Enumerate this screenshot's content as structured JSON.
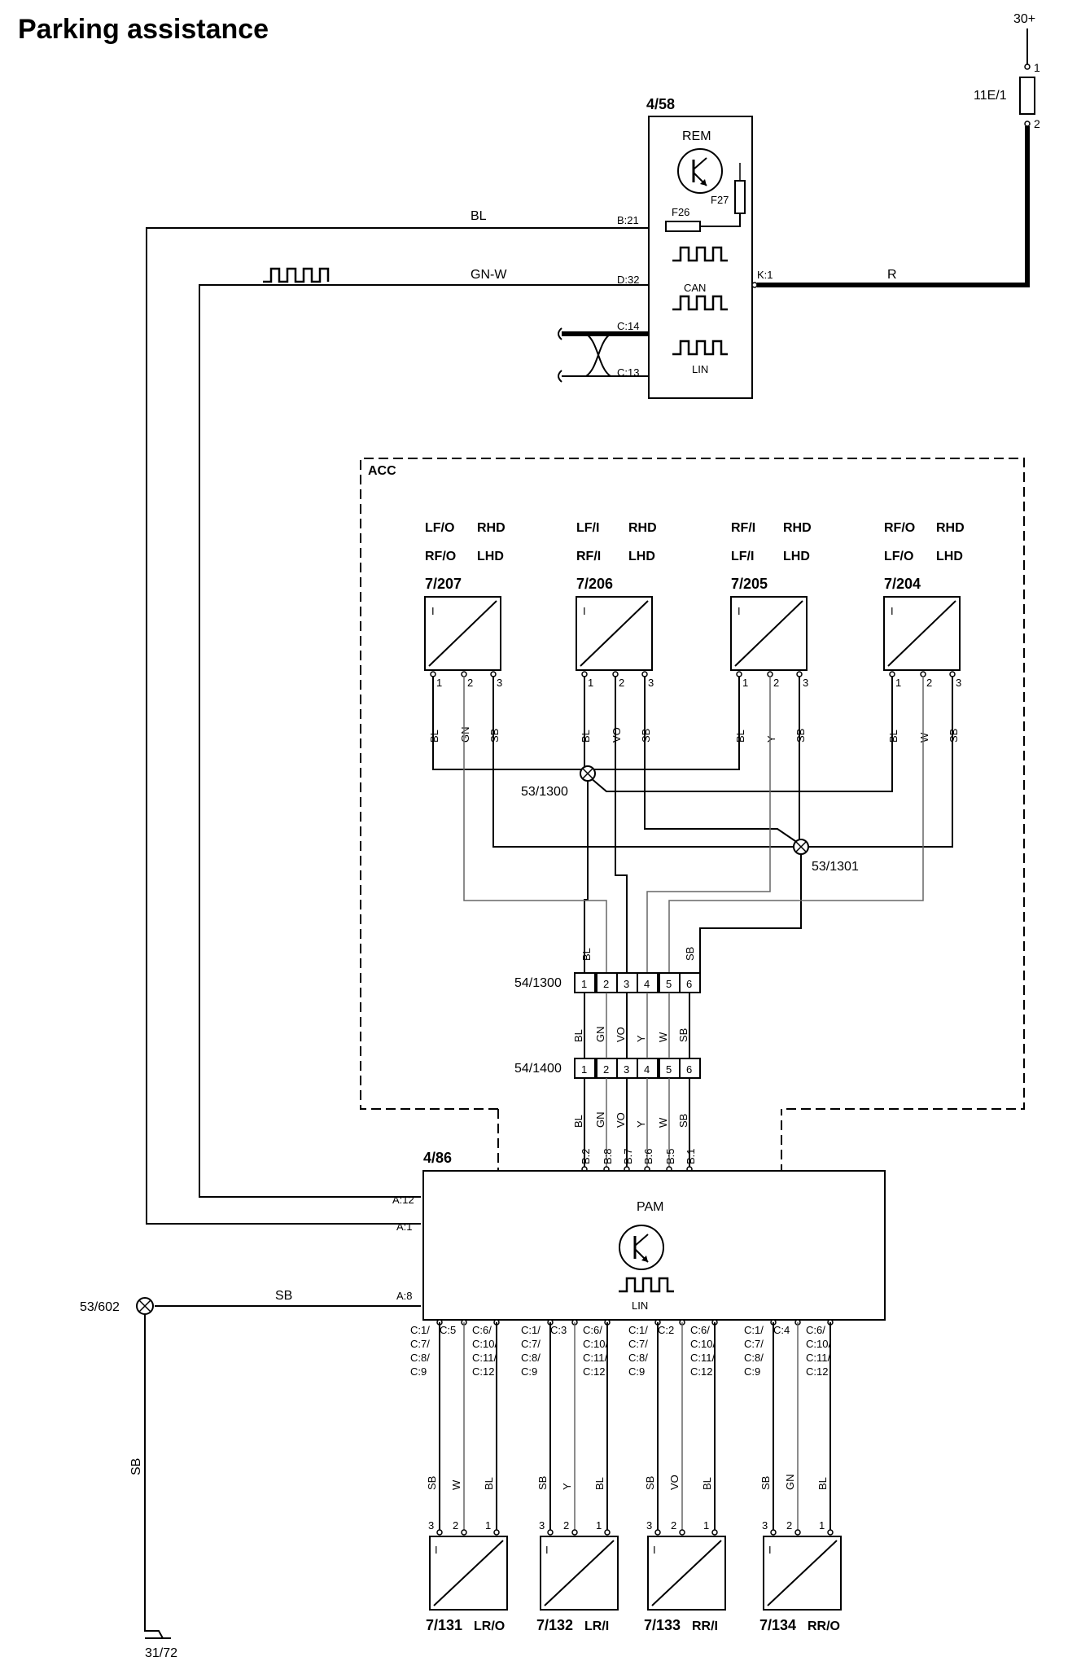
{
  "title": "Parking assistance",
  "supply": {
    "terminal": "30+",
    "fuse": "11E/1",
    "pin1": "1",
    "pin2": "2"
  },
  "rem": {
    "id": "4/58",
    "name": "REM",
    "fuse_a": "F26",
    "fuse_b": "F27",
    "can_label": "CAN",
    "lin_label": "LIN",
    "pins": {
      "bl": "B:21",
      "gnw": "D:32",
      "c14": "C:14",
      "c13": "C:13",
      "k1": "K:1"
    },
    "wires": {
      "bl": "BL",
      "gnw": "GN-W",
      "r": "R"
    }
  },
  "acc": {
    "label": "ACC"
  },
  "sensors_front": [
    {
      "id": "7/207",
      "pos1": "LF/O",
      "drv1": "RHD",
      "pos2": "RF/O",
      "drv2": "LHD",
      "wires": [
        "BL",
        "GN",
        "SB"
      ]
    },
    {
      "id": "7/206",
      "pos1": "LF/I",
      "drv1": "RHD",
      "pos2": "RF/I",
      "drv2": "LHD",
      "wires": [
        "BL",
        "VO",
        "SB"
      ]
    },
    {
      "id": "7/205",
      "pos1": "RF/I",
      "drv1": "RHD",
      "pos2": "LF/I",
      "drv2": "LHD",
      "wires": [
        "BL",
        "Y",
        "SB"
      ]
    },
    {
      "id": "7/204",
      "pos1": "RF/O",
      "drv1": "RHD",
      "pos2": "LF/O",
      "drv2": "LHD",
      "wires": [
        "BL",
        "W",
        "SB"
      ]
    }
  ],
  "sensor_pins": [
    "1",
    "2",
    "3"
  ],
  "sensor_mark": "I",
  "splices": {
    "s1300": "53/1300",
    "s1301": "53/1301",
    "s602": "53/602"
  },
  "connectors": [
    {
      "id": "54/1300",
      "pins": [
        "1",
        "2",
        "3",
        "4",
        "5",
        "6"
      ],
      "wires_above": [
        "BL",
        "SB"
      ],
      "wires_below": [
        "BL",
        "GN",
        "VO",
        "Y",
        "W",
        "SB"
      ]
    },
    {
      "id": "54/1400",
      "pins": [
        "1",
        "2",
        "3",
        "4",
        "5",
        "6"
      ],
      "wires_below": [
        "BL",
        "GN",
        "VO",
        "Y",
        "W",
        "SB"
      ]
    }
  ],
  "pam": {
    "id": "4/86",
    "name": "PAM",
    "lin_label": "LIN",
    "top_pins": [
      "B:2",
      "B:8",
      "B:7",
      "B:6",
      "B:5",
      "B:1"
    ],
    "left_pins": [
      "A:12",
      "A:1",
      "A:8"
    ]
  },
  "ground_wire": "SB",
  "ground_point": "31/72",
  "rear_groups": [
    {
      "left": [
        "C:1/",
        "C:7/",
        "C:8/",
        "C:9"
      ],
      "mid": "C:5",
      "right": [
        "C:6/",
        "C:10/",
        "C:11/",
        "C:12"
      ],
      "wires": [
        "SB",
        "W",
        "BL"
      ],
      "sensor": "7/131",
      "pos": "LR/O"
    },
    {
      "left": [
        "C:1/",
        "C:7/",
        "C:8/",
        "C:9"
      ],
      "mid": "C:3",
      "right": [
        "C:6/",
        "C:10/",
        "C:11/",
        "C:12"
      ],
      "wires": [
        "SB",
        "Y",
        "BL"
      ],
      "sensor": "7/132",
      "pos": "LR/I"
    },
    {
      "left": [
        "C:1/",
        "C:7/",
        "C:8/",
        "C:9"
      ],
      "mid": "C:2",
      "right": [
        "C:6/",
        "C:10/",
        "C:11/",
        "C:12"
      ],
      "wires": [
        "SB",
        "VO",
        "BL"
      ],
      "sensor": "7/133",
      "pos": "RR/I"
    },
    {
      "left": [
        "C:1/",
        "C:7/",
        "C:8/",
        "C:9"
      ],
      "mid": "C:4",
      "right": [
        "C:6/",
        "C:10/",
        "C:11/",
        "C:12"
      ],
      "wires": [
        "SB",
        "GN",
        "BL"
      ],
      "sensor": "7/134",
      "pos": "RR/O"
    }
  ],
  "rear_pins": [
    "3",
    "2",
    "1"
  ]
}
